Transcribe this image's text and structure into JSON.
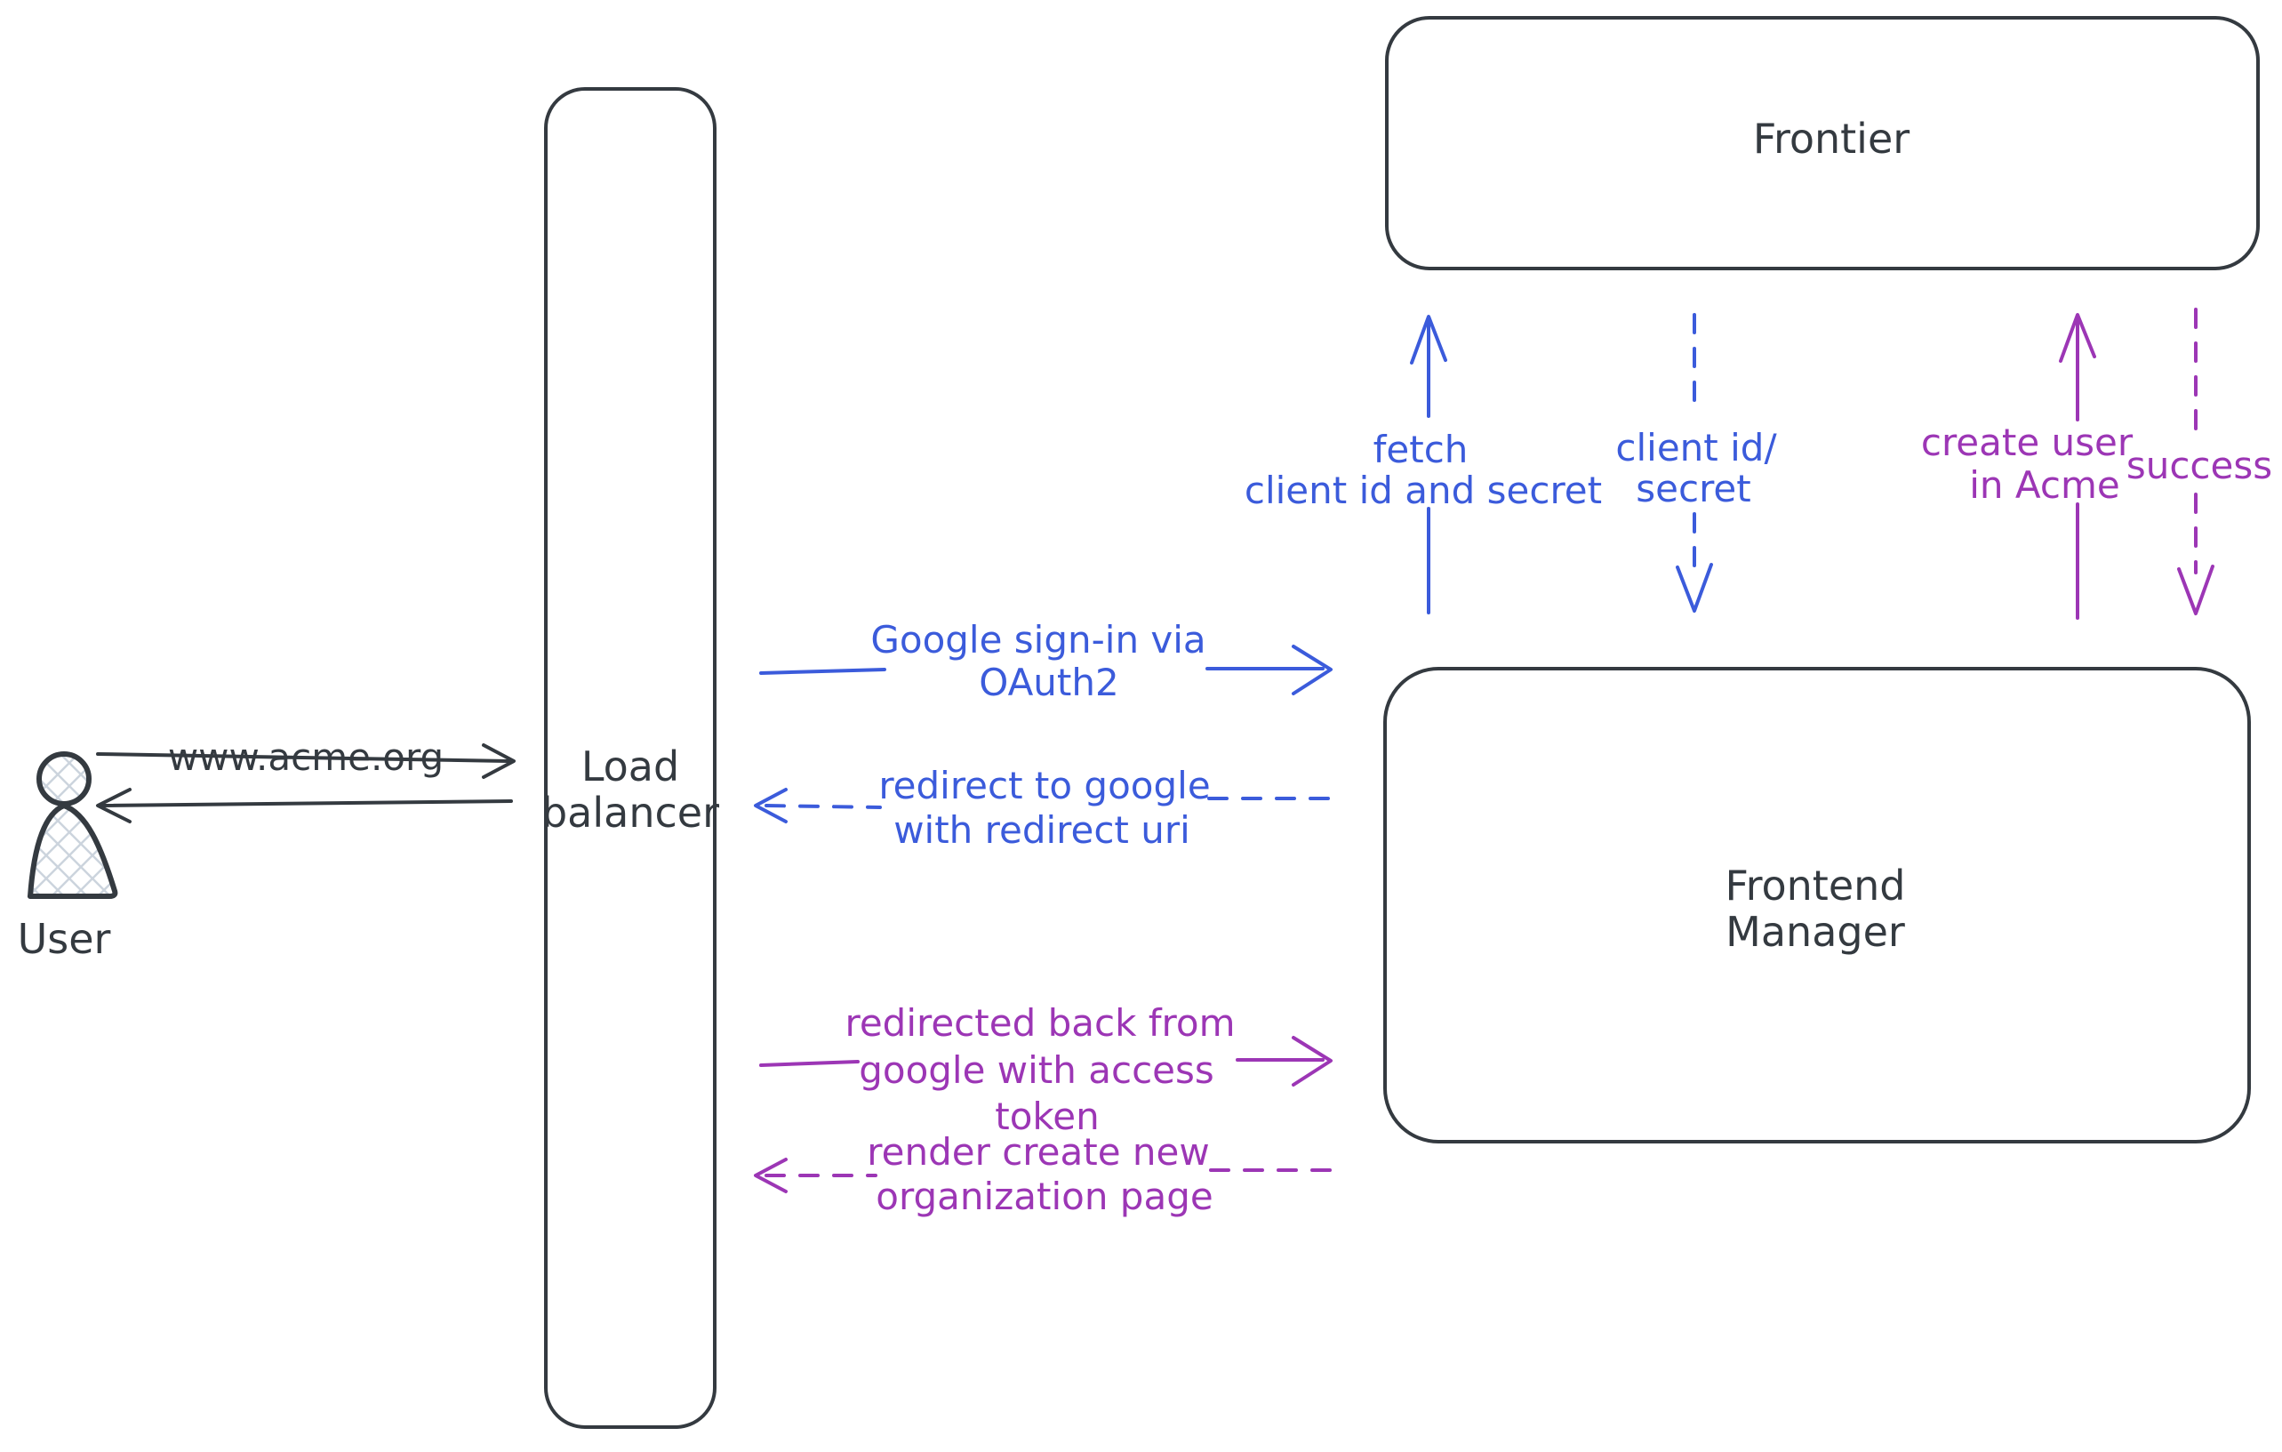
{
  "diagram_type": "architecture-sequence-sketch",
  "colors": {
    "dark": "#343a40",
    "blue": "#3b5bdb",
    "purple": "#9c36b5",
    "hatch": "#ccd4dd"
  },
  "nodes": {
    "user": {
      "label": "User"
    },
    "load_balancer": {
      "line1": "Load",
      "line2": "balancer"
    },
    "frontier": {
      "label": "Frontier"
    },
    "frontend_manager": {
      "line1": "Frontend",
      "line2": "Manager"
    }
  },
  "edges": {
    "www_acme": {
      "label": "www.acme.org",
      "style": "solid",
      "from": "user",
      "to": "load_balancer"
    },
    "response_to_user": {
      "label": "",
      "style": "solid",
      "from": "load_balancer",
      "to": "user"
    },
    "google_signin": {
      "line1": "Google sign-in via",
      "line2": "OAuth2",
      "style": "solid",
      "from": "load_balancer",
      "to": "frontend_manager"
    },
    "redirect_google": {
      "line1": "redirect to google",
      "line2": "with redirect uri",
      "style": "dashed",
      "from": "frontend_manager",
      "to": "load_balancer"
    },
    "redirected_back": {
      "line1": "redirected back from",
      "line2": "google with access",
      "line3": "token",
      "style": "solid",
      "from": "load_balancer",
      "to": "frontend_manager"
    },
    "render_org_page": {
      "line1": "render create new",
      "line2": "organization page",
      "style": "dashed",
      "from": "frontend_manager",
      "to": "load_balancer"
    },
    "fetch_client": {
      "line1": "fetch",
      "line2": "client id and secret",
      "style": "solid",
      "from": "frontend_manager",
      "to": "frontier"
    },
    "client_id_secret": {
      "line1": "client id/",
      "line2": "secret",
      "style": "dashed",
      "from": "frontier",
      "to": "frontend_manager"
    },
    "create_user": {
      "line1": "create user",
      "line2": "in Acme",
      "style": "solid",
      "from": "frontend_manager",
      "to": "frontier"
    },
    "success": {
      "label": "success",
      "style": "dashed",
      "from": "frontier",
      "to": "frontend_manager"
    }
  }
}
